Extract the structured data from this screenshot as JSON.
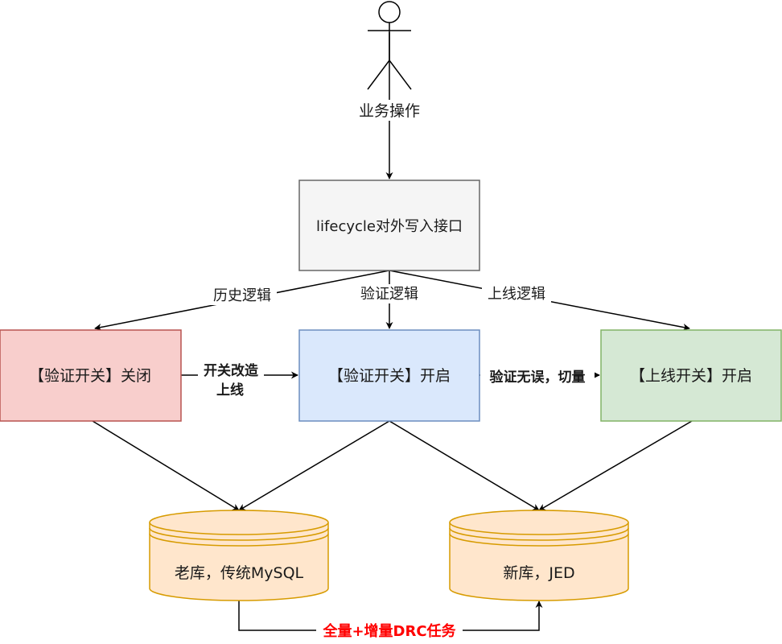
{
  "actor": {
    "label": "业务操作"
  },
  "api_box": {
    "label": "lifecycle对外写入接口"
  },
  "edge_labels": {
    "history": "历史逻辑",
    "verify": "验证逻辑",
    "online": "上线逻辑",
    "switch_upgrade_line1": "开关改造",
    "switch_upgrade_line2": "上线",
    "verify_ok": "验证无误，切量",
    "full_incremental": "全量+增量DRC任务"
  },
  "boxes": {
    "verify_off": "【验证开关】关闭",
    "verify_on": "【验证开关】开启",
    "online_on": "【上线开关】开启"
  },
  "databases": {
    "old_db": "老库，传统MySQL",
    "new_db": "新库，JED"
  },
  "colors": {
    "api_fill": "#f5f5f5",
    "api_stroke": "#666666",
    "red_fill": "#f8cecc",
    "red_stroke": "#b85450",
    "blue_fill": "#dae8fc",
    "blue_stroke": "#6c8ebf",
    "green_fill": "#d5e8d4",
    "green_stroke": "#82b366",
    "db_fill": "#ffe6cc",
    "db_stroke": "#d79b00",
    "edge": "#000000",
    "highlight_text": "#ff0000"
  }
}
